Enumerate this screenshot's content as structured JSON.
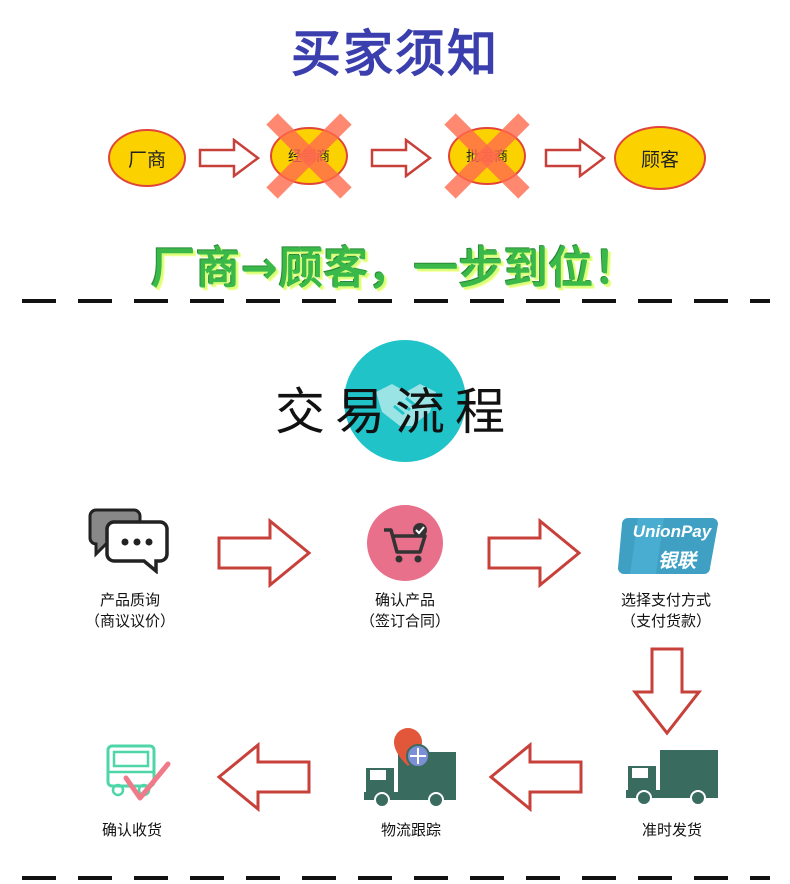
{
  "header": {
    "title": "买家须知"
  },
  "chain": {
    "manufacturer": "厂商",
    "distributor": "经销商",
    "wholesaler": "批发商",
    "customer": "顾客"
  },
  "slogan": "厂商→顾客，一步到位！",
  "flow": {
    "title": "交易流程",
    "steps": [
      {
        "line1": "产品质询",
        "line2": "（商议议价）",
        "icon": "chat-bubbles-icon"
      },
      {
        "line1": "确认产品",
        "line2": "（签订合同）",
        "icon": "shopping-cart-icon"
      },
      {
        "line1": "选择支付方式",
        "line2": "（支付货款）",
        "icon": "unionpay-icon"
      },
      {
        "line1": "准时发货",
        "line2": "",
        "icon": "truck-icon"
      },
      {
        "line1": "物流跟踪",
        "line2": "",
        "icon": "truck-location-icon"
      },
      {
        "line1": "确认收货",
        "line2": "",
        "icon": "truck-check-icon"
      }
    ]
  },
  "unionpay": {
    "text1": "UnionPay",
    "text2": "银联"
  },
  "colors": {
    "title": "#3b3fae",
    "oval_fill": "#fbd200",
    "oval_border": "#e2443a",
    "slogan": "#3ab94a",
    "teal": "#1fc3c8",
    "truck": "#3a6b5f",
    "arrow": "#c8403a"
  }
}
